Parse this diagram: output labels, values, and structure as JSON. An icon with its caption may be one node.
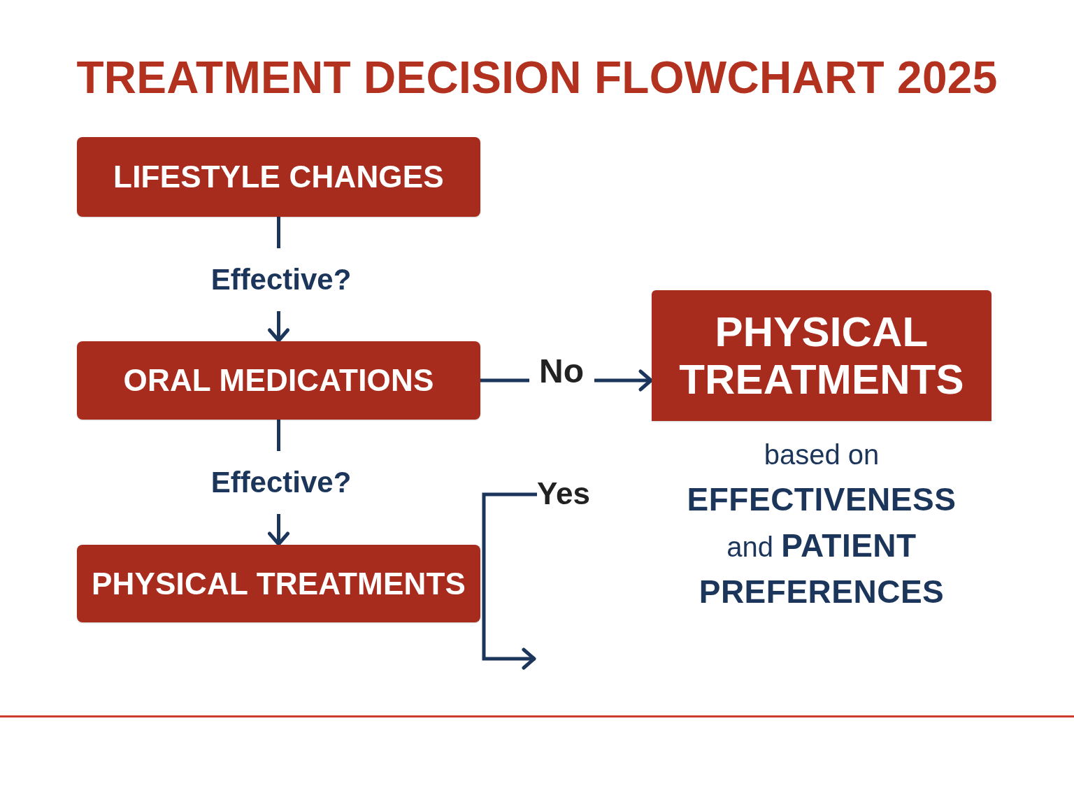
{
  "diagram": {
    "title": "TREATMENT DECISION FLOWCHART 2025",
    "nodes": [
      {
        "text": [
          "LIFESTYLE CHANGES"
        ]
      },
      {
        "text": [
          "ORAL MEDICATIONS"
        ]
      },
      {
        "text": [
          "PHYSICAL TREATMENTS"
        ],
        "beside": [
          "based on **EFFECTIVENESS** and **PATIENT PREFERENCES**"
        ]
      },
      {
        "text": [
          "PHYSICAL TREATMENTS"
        ]
      },
      {
        "text": [
          "Yes"
        ]
      }
    ],
    "edges": [
      {
        "from": 0,
        "to": 1,
        "arrow": "to",
        "label": "Effective?"
      },
      {
        "from": 1,
        "to": 2,
        "arrow": "to",
        "label": "No"
      },
      {
        "from": 1,
        "to": 3,
        "arrow": "to",
        "label": "Effective?"
      },
      {
        "from": 4,
        "to": null,
        "arrow": "to"
      }
    ]
  }
}
